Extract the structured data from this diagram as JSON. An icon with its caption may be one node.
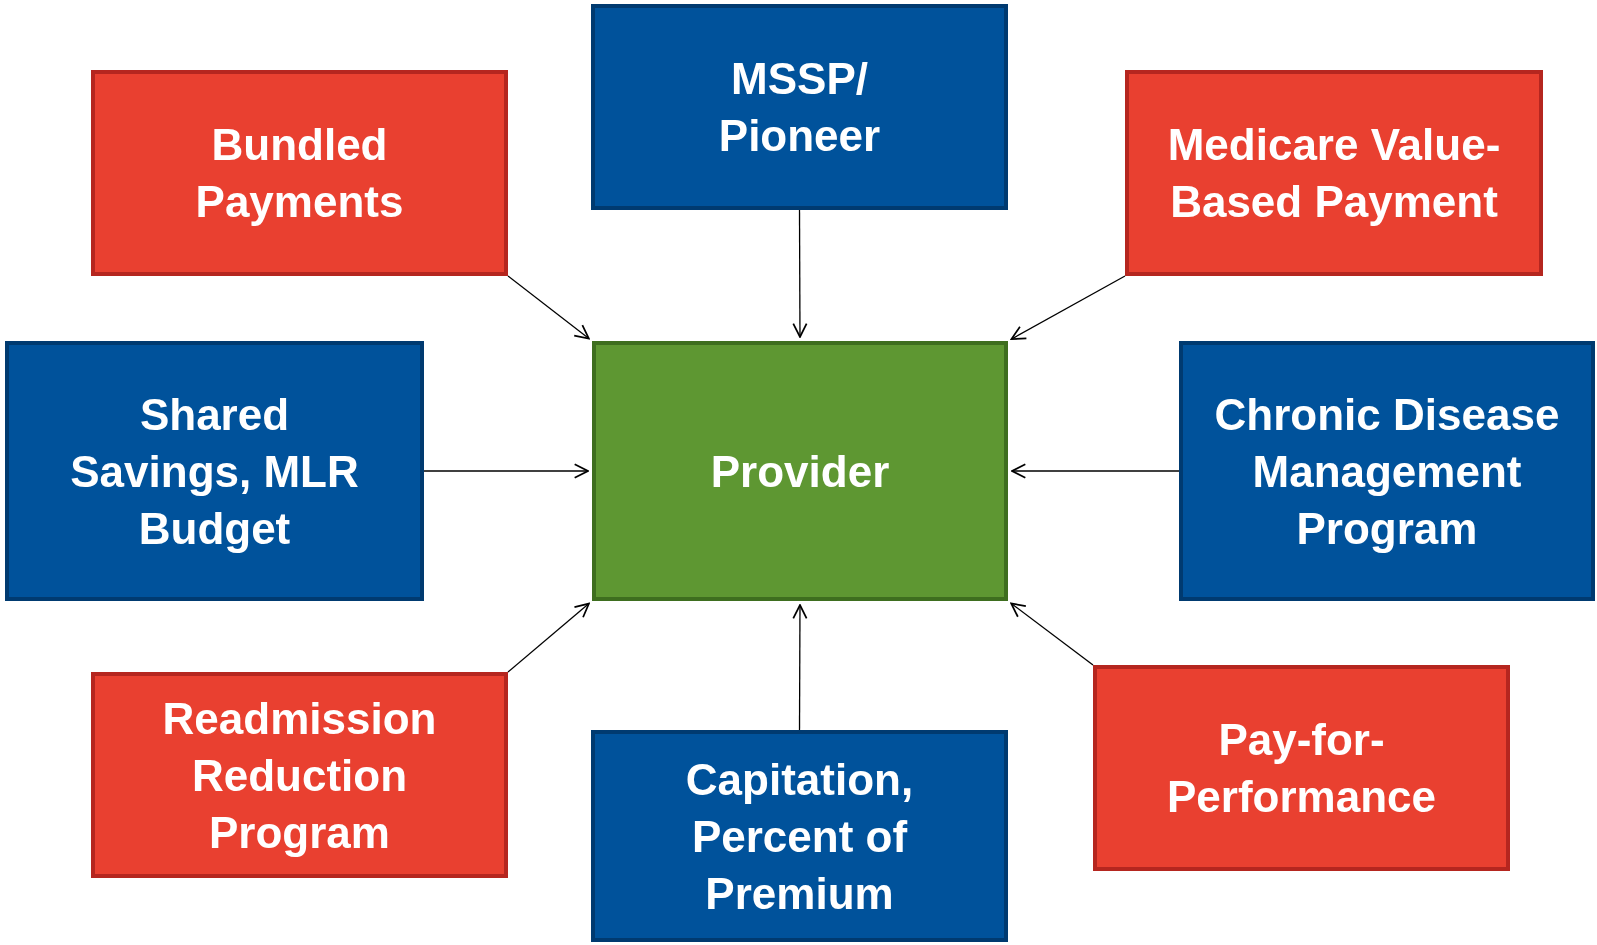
{
  "diagram": {
    "nodes": [
      {
        "text": [
          "Bundled Payments"
        ]
      },
      {
        "text": [
          "MSSP/ Pioneer"
        ]
      },
      {
        "text": [
          "Medicare Value-Based Payment"
        ]
      },
      {
        "text": [
          "Shared Savings, MLR Budget"
        ]
      },
      {
        "text": [
          "Provider"
        ]
      },
      {
        "text": [
          "Chronic Disease Management Program"
        ]
      },
      {
        "text": [
          "Readmission Reduction Program"
        ]
      },
      {
        "text": [
          "Capitation, Percent of Premium"
        ]
      },
      {
        "text": [
          "Pay-for-Performance"
        ]
      }
    ],
    "edges": [
      {
        "from": 0,
        "to": 4,
        "arrow": "to"
      },
      {
        "from": 1,
        "to": 4,
        "arrow": "to"
      },
      {
        "from": 2,
        "to": 4,
        "arrow": "to"
      },
      {
        "from": 3,
        "to": 4,
        "arrow": "to"
      },
      {
        "from": 5,
        "to": 4,
        "arrow": "to"
      },
      {
        "from": 6,
        "to": 4,
        "arrow": "to"
      },
      {
        "from": 7,
        "to": 4,
        "arrow": "to"
      },
      {
        "from": 8,
        "to": 4,
        "arrow": "to"
      }
    ]
  }
}
